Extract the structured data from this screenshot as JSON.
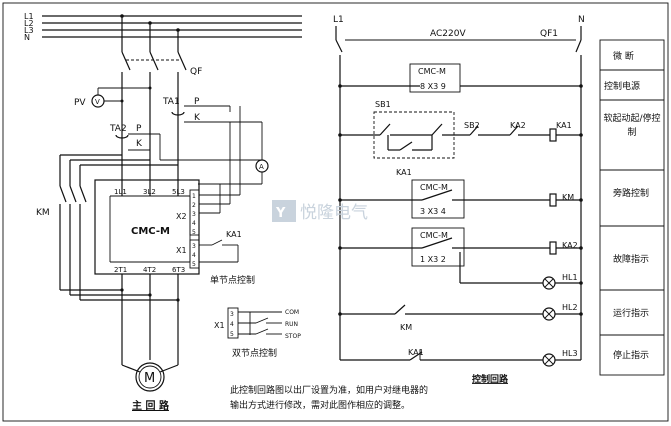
{
  "main_circuit": {
    "bus_labels": [
      "L1",
      "L2",
      "L3",
      "N"
    ],
    "qf": "QF",
    "pv": "PV",
    "v_meter": "V",
    "a_meter": "A",
    "ta1": "TA1",
    "ta2": "TA2",
    "p1": "P",
    "k1": "K",
    "p2": "P",
    "k2": "K",
    "km": "KM",
    "module_title": "CMC-M",
    "terminals_top": [
      "1L1",
      "3L2",
      "5L3"
    ],
    "terminals_bottom": [
      "2T1",
      "4T2",
      "6T3"
    ],
    "x2": "X2",
    "x1": "X1",
    "x2_pins": [
      "1",
      "2",
      "3",
      "4",
      "5"
    ],
    "x1_pins": [
      "3",
      "4",
      "5"
    ],
    "ka1": "KA1",
    "single_contact_label": "单节点控制",
    "x1_bottom": "X1",
    "x1_bottom_pins": [
      "3",
      "4",
      "5"
    ],
    "com": "COM",
    "run": "RUN",
    "stop": "STOP",
    "dual_contact_label": "双节点控制",
    "motor": "M",
    "caption": "主 回 路"
  },
  "control_circuit": {
    "l1": "L1",
    "n": "N",
    "supply": "AC220V",
    "qf1": "QF1",
    "cmc1": "CMC-M",
    "cmc1_pins": "8  X3  9",
    "sb1": "SB1",
    "sb2": "SB2",
    "ka2": "KA2",
    "ka1_coil": "KA1",
    "ka1_contact": "KA1",
    "cmc2": "CMC-M",
    "cmc2_pins": "3 X3 4",
    "km_coil": "KM",
    "cmc3": "CMC-M",
    "cmc3_pins": "1 X3 2",
    "ka2_coil": "KA2",
    "hl1": "HL1",
    "hl2": "HL2",
    "hl3": "HL3",
    "km_contact": "KM",
    "ka1_contact2": "KA1",
    "caption": "控制回路"
  },
  "function_table": [
    "微 断",
    "控制电源",
    "软起动起/停控制",
    "旁路控制",
    "故障指示",
    "运行指示",
    "停止指示"
  ],
  "note": [
    "此控制回路图以出厂设置为准，如用户对继电器的",
    "输出方式进行修改，需对此图作相应的调整。"
  ],
  "watermark": "悦隆电气"
}
